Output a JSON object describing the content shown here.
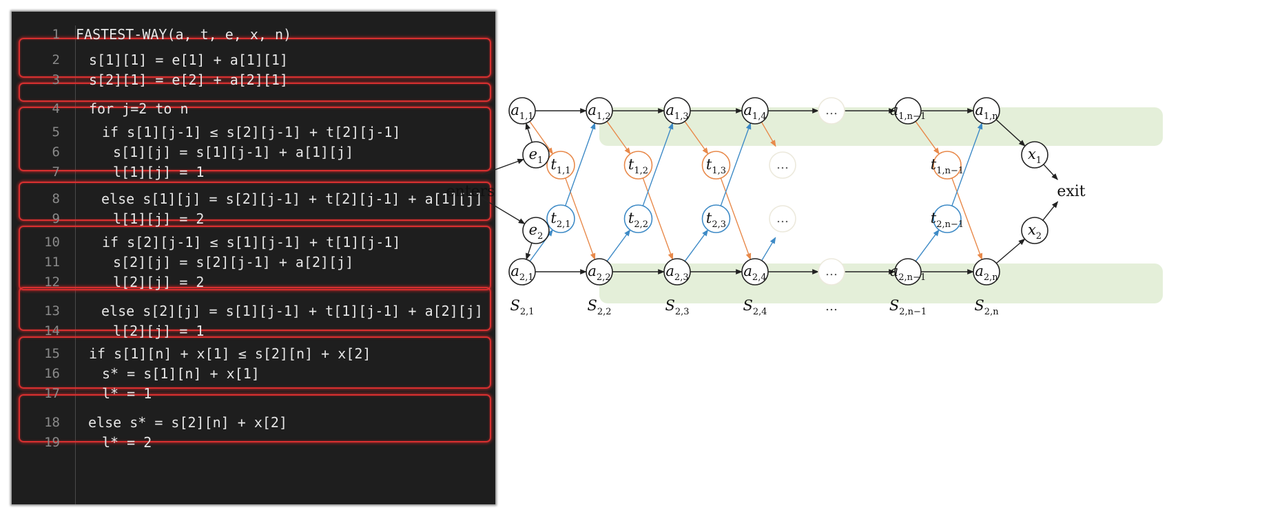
{
  "code_lines": [
    {
      "n": "1",
      "text": "FASTEST-WAY(a, t, e, x, n)"
    },
    {
      "n": "2",
      "text": "s[1][1] = e[1] + a[1][1]"
    },
    {
      "n": "3",
      "text": "s[2][1] = e[2] + a[2][1]"
    },
    {
      "n": "4",
      "text": "for j=2 to n"
    },
    {
      "n": "5",
      "text": "if s[1][j-1] ≤ s[2][j-1] + t[2][j-1]"
    },
    {
      "n": "6",
      "text": "s[1][j] = s[1][j-1] + a[1][j]"
    },
    {
      "n": "7",
      "text": "l[1][j] = 1"
    },
    {
      "n": "8",
      "text": "else s[1][j] = s[2][j-1] + t[2][j-1] + a[1][j]"
    },
    {
      "n": "9",
      "text": "l[1][j] = 2"
    },
    {
      "n": "10",
      "text": "if s[2][j-1] ≤ s[1][j-1] + t[1][j-1]"
    },
    {
      "n": "11",
      "text": "s[2][j] = s[2][j-1] + a[2][j]"
    },
    {
      "n": "12",
      "text": "l[2][j] = 2"
    },
    {
      "n": "13",
      "text": "else s[2][j] = s[1][j-1] + t[1][j-1] + a[2][j]"
    },
    {
      "n": "14",
      "text": "l[2][j] = 1"
    },
    {
      "n": "15",
      "text": "if s[1][n] + x[1] ≤ s[2][n] + x[2]"
    },
    {
      "n": "16",
      "text": "s* = s[1][n] + x[1]"
    },
    {
      "n": "17",
      "text": "l* = 1"
    },
    {
      "n": "18",
      "text": "else s* = s[2][n] + x[2]"
    },
    {
      "n": "19",
      "text": "l* = 2"
    }
  ],
  "diagram": {
    "enters_label": "enters",
    "exit_label": "exit",
    "ellipsis": "…",
    "columns": [
      {
        "a1": [
          "a",
          "1,1"
        ],
        "a2": [
          "a",
          "2,1"
        ],
        "t1": [
          "t",
          "1,1"
        ],
        "t2": [
          "t",
          "2,1"
        ],
        "s": [
          "S",
          "2,1"
        ]
      },
      {
        "a1": [
          "a",
          "1,2"
        ],
        "a2": [
          "a",
          "2,2"
        ],
        "t1": [
          "t",
          "1,2"
        ],
        "t2": [
          "t",
          "2,2"
        ],
        "s": [
          "S",
          "2,2"
        ]
      },
      {
        "a1": [
          "a",
          "1,3"
        ],
        "a2": [
          "a",
          "2,3"
        ],
        "t1": [
          "t",
          "1,3"
        ],
        "t2": [
          "t",
          "2,3"
        ],
        "s": [
          "S",
          "2,3"
        ]
      },
      {
        "a1": [
          "a",
          "1,4"
        ],
        "a2": [
          "a",
          "2,4"
        ],
        "s": [
          "S",
          "2,4"
        ]
      },
      {
        "a1": [
          "a",
          "1,n−1"
        ],
        "a2": [
          "a",
          "2,n−1"
        ],
        "t1": [
          "t",
          "1,n−1"
        ],
        "t2": [
          "t",
          "2,n−1"
        ],
        "s": [
          "S",
          "2,n−1"
        ]
      },
      {
        "a1": [
          "a",
          "1,n"
        ],
        "a2": [
          "a",
          "2,n"
        ],
        "s": [
          "S",
          "2,n"
        ]
      }
    ],
    "entry_nodes": [
      [
        "e",
        "1"
      ],
      [
        "e",
        "2"
      ]
    ],
    "exit_nodes": [
      [
        "x",
        "1"
      ],
      [
        "x",
        "2"
      ]
    ],
    "colors": {
      "lane_fill": "#e4efd9",
      "orange": "#e8894a",
      "blue": "#3d8ac6",
      "node_stroke": "#222222",
      "faded_stroke": "#ece9dc",
      "code_bg": "#1e1e1e",
      "block_border": "#d83030"
    }
  }
}
